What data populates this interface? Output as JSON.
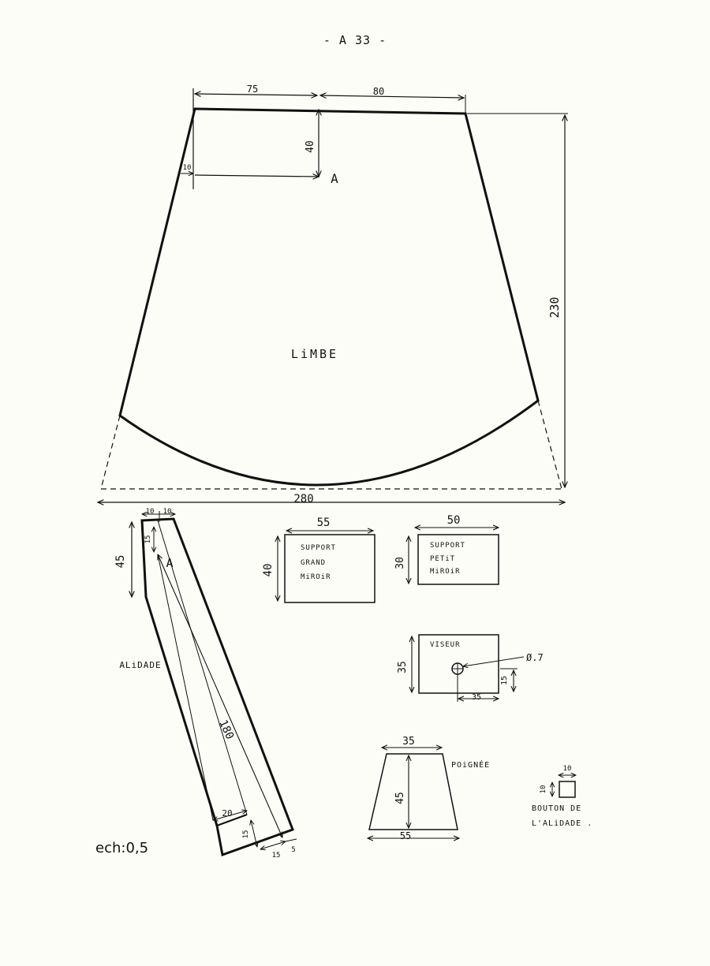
{
  "page_number": "- A 33 -",
  "scale": "ech:0,5",
  "limbe": {
    "name": "LiMBE",
    "dim_top_left": "75",
    "dim_top_right": "80",
    "dim_a_vertical": "40",
    "dim_a_offset": "10",
    "point": "A",
    "dim_height": "230",
    "dim_base": "280"
  },
  "alidade": {
    "name": "ALiDADE",
    "dim_top_left": "10",
    "dim_top_right": "10",
    "dim_side": "45",
    "dim_a_offset": "15",
    "point": "A",
    "dim_length": "180",
    "dim_foot_width": "20",
    "dim_foot_15": "15",
    "dim_foot_5": "5",
    "dim_foot_depth": "15"
  },
  "support_grand": {
    "lines": [
      "SUPPORT",
      "GRAND",
      "MiROiR"
    ],
    "width": "55",
    "height": "40"
  },
  "support_petit": {
    "lines": [
      "SUPPORT",
      "PETiT",
      "MiROiR"
    ],
    "width": "50",
    "height": "30"
  },
  "viseur": {
    "name": "VISEUR",
    "hole": "Ø.7",
    "dim_height": "35",
    "dim_x": "35",
    "dim_y": "15"
  },
  "poignee": {
    "name": "POiGNÉE",
    "top": "35",
    "height": "45",
    "bottom": "55"
  },
  "bouton": {
    "lines": [
      "BOUTON DE",
      "L'ALiDADE ."
    ],
    "width": "10",
    "height": "10"
  }
}
